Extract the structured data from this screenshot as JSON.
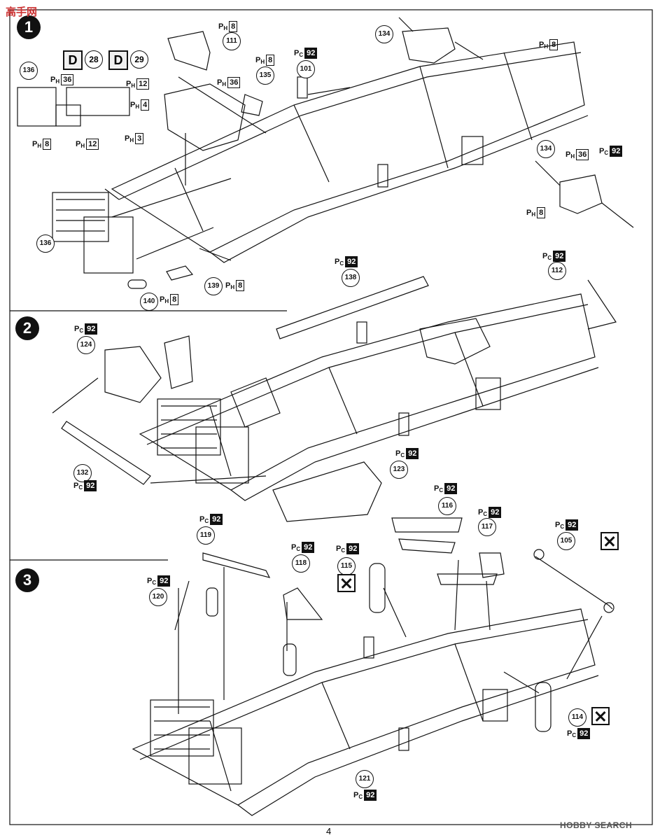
{
  "watermark": "高手网",
  "steps": [
    "1",
    "2",
    "3"
  ],
  "page_number": "4",
  "hobby_search": "HOBBY SEARCH",
  "decal_badges": [
    {
      "letter": "D",
      "number": "28"
    },
    {
      "letter": "D",
      "number": "29"
    }
  ],
  "parts": {
    "p101": "101",
    "p105": "105",
    "p111": "111",
    "p112": "112",
    "p114": "114",
    "p115": "115",
    "p116": "116",
    "p117": "117",
    "p118": "118",
    "p119": "119",
    "p120": "120",
    "p121": "121",
    "p123": "123",
    "p124": "124",
    "p132": "132",
    "p134": "134",
    "p134b": "134",
    "p135": "135",
    "p136": "136",
    "p136b": "136",
    "p138": "138",
    "p139": "139",
    "p140": "140"
  },
  "colors_text": {
    "P": "P",
    "H": "H",
    "C": "C",
    "v8": "8",
    "v36": "36",
    "v12": "12",
    "v4": "4",
    "v3": "3",
    "v92": "92"
  }
}
